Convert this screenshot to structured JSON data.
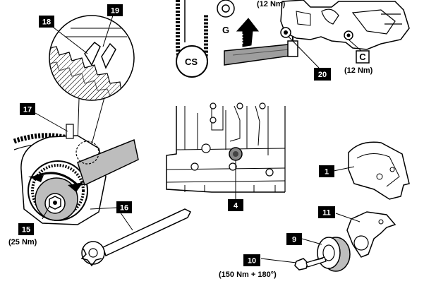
{
  "callouts": {
    "c1": "1",
    "c4": "4",
    "c9": "9",
    "c10": "10",
    "c11": "11",
    "c15": "15",
    "c16": "16",
    "c17": "17",
    "c18": "18",
    "c19": "19",
    "c20": "20",
    "cC": "C"
  },
  "letters": {
    "g": "G",
    "cs": "CS"
  },
  "torques": {
    "t_top": "(12 Nm)",
    "t_c": "(12 Nm)",
    "t_15": "(25 Nm)",
    "t_10": "(150 Nm + 180°)"
  },
  "colors": {
    "line": "#000000",
    "label_bg": "#000000",
    "label_fg": "#ffffff",
    "paper": "#ffffff",
    "shade": "#bdbdbd",
    "dark": "#6e6e6e"
  }
}
